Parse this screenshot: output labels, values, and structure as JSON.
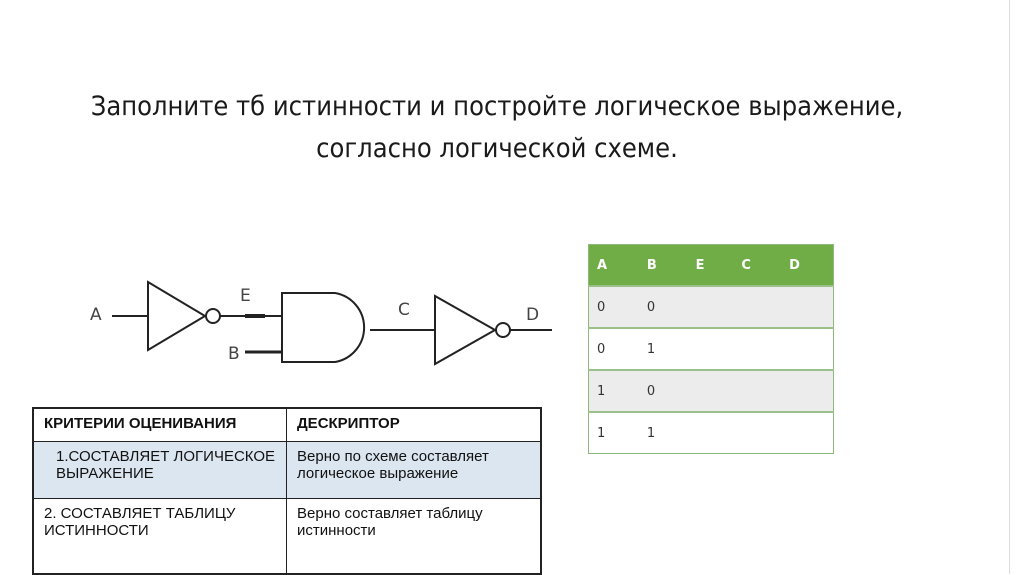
{
  "title": {
    "line1": "Заполните тб истинности и постройте логическое выражение,",
    "line2": "согласно логической схеме."
  },
  "circuit": {
    "labels": {
      "a": "A",
      "b": "B",
      "e": "E",
      "c": "C",
      "d": "D"
    }
  },
  "truth_table": {
    "headers": [
      "A",
      "B",
      "E",
      "C",
      "D"
    ],
    "rows": [
      [
        "0",
        "0",
        "",
        "",
        ""
      ],
      [
        "0",
        "1",
        "",
        "",
        ""
      ],
      [
        "1",
        "0",
        "",
        "",
        ""
      ],
      [
        "1",
        "1",
        "",
        "",
        ""
      ]
    ],
    "header_color": "#70ad47"
  },
  "criteria": {
    "headers": [
      "КРИТЕРИИ ОЦЕНИВАНИЯ",
      "ДЕСКРИПТОР"
    ],
    "rows": [
      [
        "1.СОСТАВЛЯЕТ ЛОГИЧЕСКОЕ ВЫРАЖЕНИЕ",
        "Верно по схеме составляет логическое выражение"
      ],
      [
        "2. СОСТАВЛЯЕТ ТАБЛИЦУ ИСТИННОСТИ",
        "Верно составляет таблицу истинности"
      ]
    ]
  }
}
